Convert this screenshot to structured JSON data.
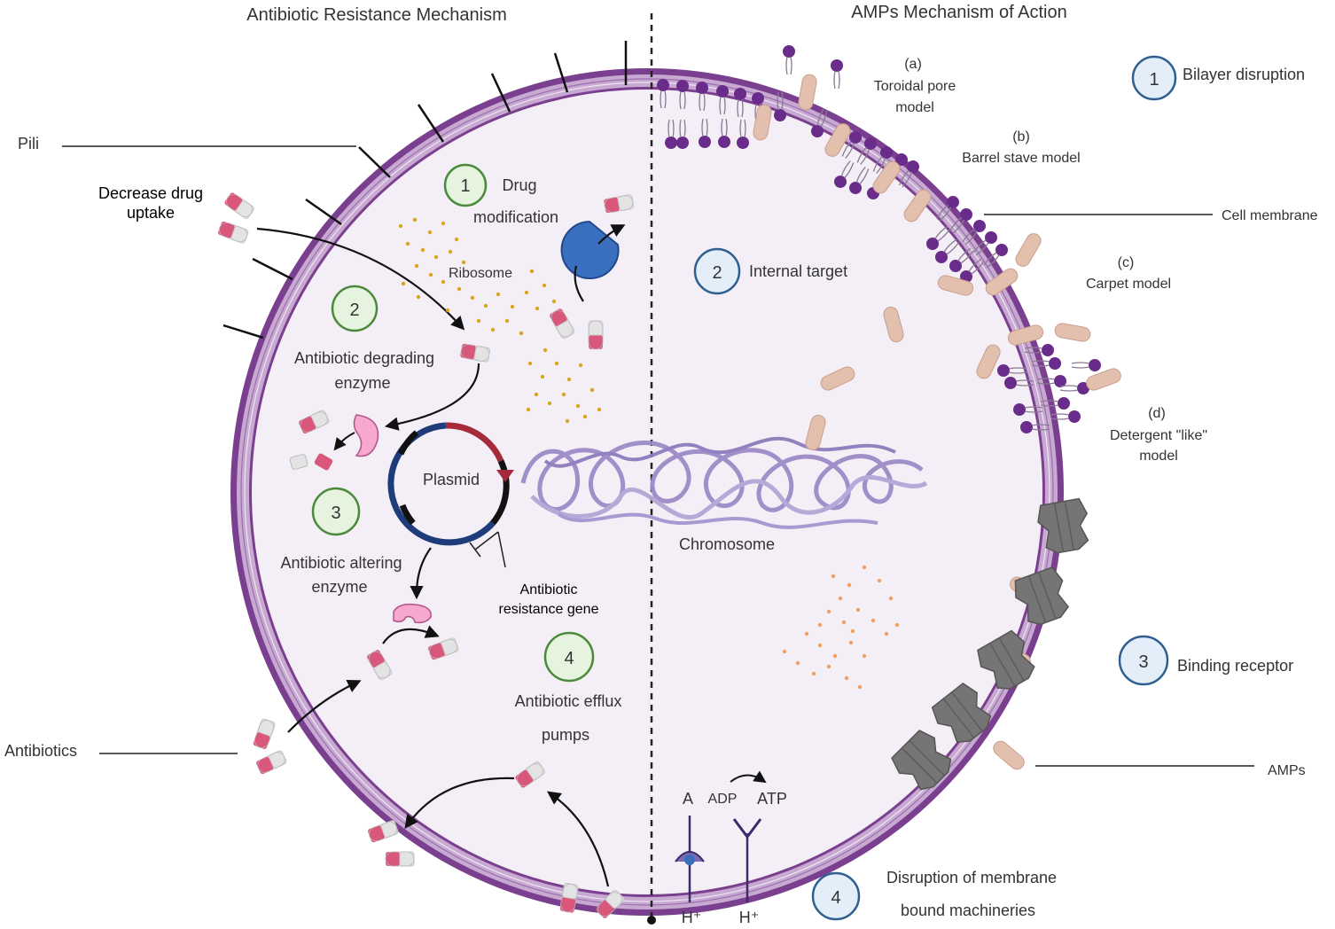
{
  "left_title": "Antibiotic Resistance Mechanism",
  "right_title": "AMPs Mechanism of Action",
  "left": {
    "pili": "Pili",
    "decrease_uptake": [
      "Decrease drug",
      "uptake"
    ],
    "antibiotics": "Antibiotics",
    "step1": {
      "num": "1",
      "label": [
        "Drug",
        "modification"
      ]
    },
    "step2": {
      "num": "2",
      "label": [
        "Antibiotic degrading",
        "enzyme"
      ]
    },
    "step3": {
      "num": "3",
      "label": [
        "Antibiotic altering",
        "enzyme"
      ]
    },
    "step4": {
      "num": "4",
      "label": [
        "Antibiotic efflux",
        "pumps"
      ]
    },
    "ribosome": "Ribosome",
    "plasmid": "Plasmid",
    "resistance_gene": [
      "Antibiotic",
      "resistance gene"
    ]
  },
  "right": {
    "step1": {
      "num": "1",
      "label": "Bilayer disruption"
    },
    "step2": {
      "num": "2",
      "label": "Internal target"
    },
    "step3": {
      "num": "3",
      "label": "Binding receptor"
    },
    "step4": {
      "num": "4",
      "label": [
        "Disruption of membrane",
        "bound machineries"
      ]
    },
    "model_a": [
      "(a)",
      "Toroidal pore",
      "model"
    ],
    "model_b": [
      "(b)",
      "Barrel stave model"
    ],
    "model_c": [
      "(c)",
      "Carpet model"
    ],
    "model_d": [
      "(d)",
      "Detergent \"like\"",
      "model"
    ],
    "cell_membrane": "Cell membrane",
    "chromosome": "Chromosome",
    "amps": "AMPs",
    "a": "A",
    "adp": "ADP",
    "atp": "ATP",
    "h1": "H⁺",
    "h2": "H⁺"
  },
  "colors": {
    "membrane_outer": "#7b3f8f",
    "membrane_inner": "#b48cc0",
    "cytoplasm": "#f4eff6",
    "green_circle": "#e6f3de",
    "green_stroke": "#4a8a3a",
    "blue_circle": "#e3eef8",
    "blue_stroke": "#2f5f8f",
    "pill_pink": "#d9577a",
    "pill_grey": "#e3e3e3",
    "peptide": "#e3bfae",
    "lipid_head": "#6a2c8a",
    "plasmid_blue": "#1f3c7a",
    "plasmid_red": "#a52a3a",
    "chromosome": "#9c8ac7",
    "receptor": "#777777",
    "ribosome_dots": "#d9a520"
  }
}
